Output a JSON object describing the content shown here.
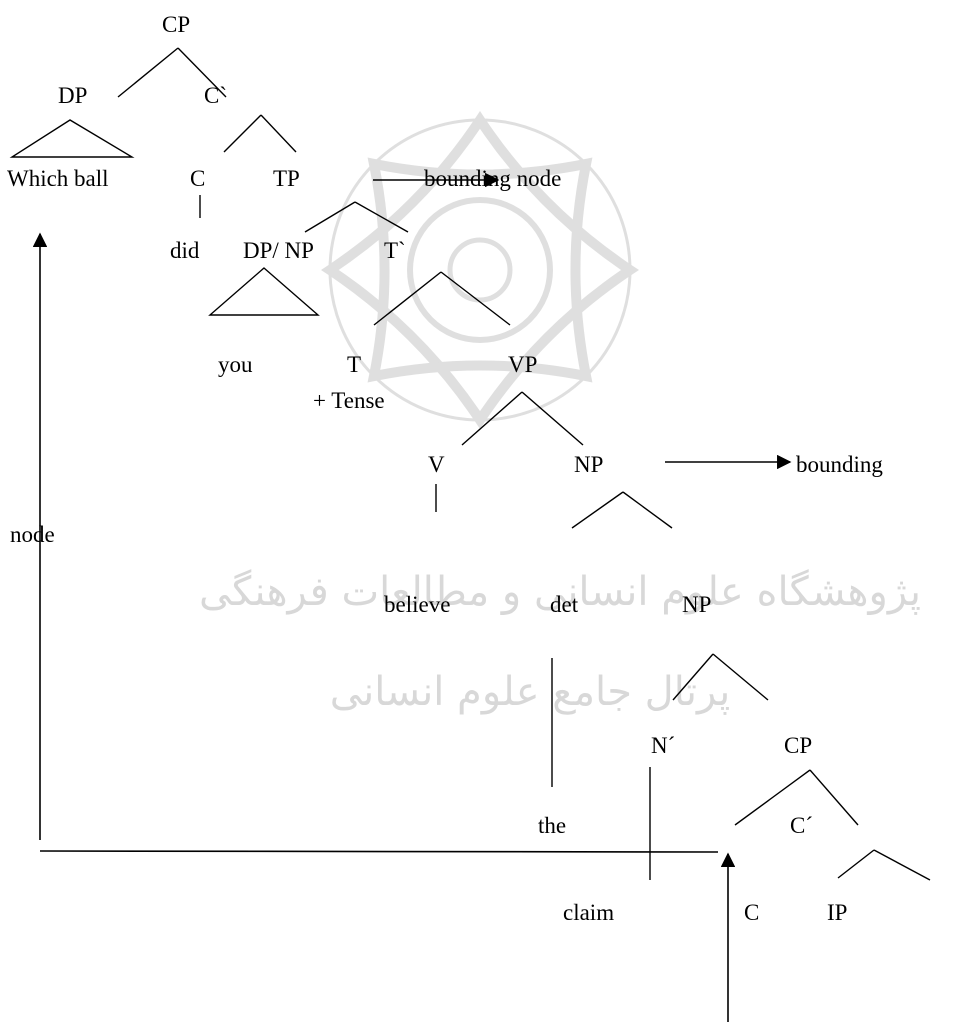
{
  "tree": {
    "nodes": {
      "cp_top": "CP",
      "dp_top": "DP",
      "cbar_top": "C`",
      "which_ball": "Which ball",
      "c_top": "C",
      "tp": "TP",
      "did": "did",
      "dp_np": "DP/ NP",
      "tbar": "T`",
      "you": "you",
      "t": "T",
      "tense": "+ Tense",
      "vp": "VP",
      "v": "V",
      "np_obj": "NP",
      "believe": "believe",
      "det": "det",
      "np_inner": "NP",
      "nbar": "N´",
      "cp_low": "CP",
      "the": "the",
      "cbar_low": "C´",
      "claim": "claim",
      "c_low": "C",
      "ip": "IP"
    },
    "annotations": {
      "bounding_node_1": "bounding node",
      "bounding_2": "bounding",
      "node_side": "node"
    }
  },
  "watermark": {
    "line1": "پژوهشگاه علوم انسانی و مطالعات فرهنگی",
    "line2": "پرتال جامع علوم انسانی"
  },
  "colors": {
    "ink": "#000000",
    "watermark": "#d4d4d4",
    "background": "#ffffff"
  }
}
